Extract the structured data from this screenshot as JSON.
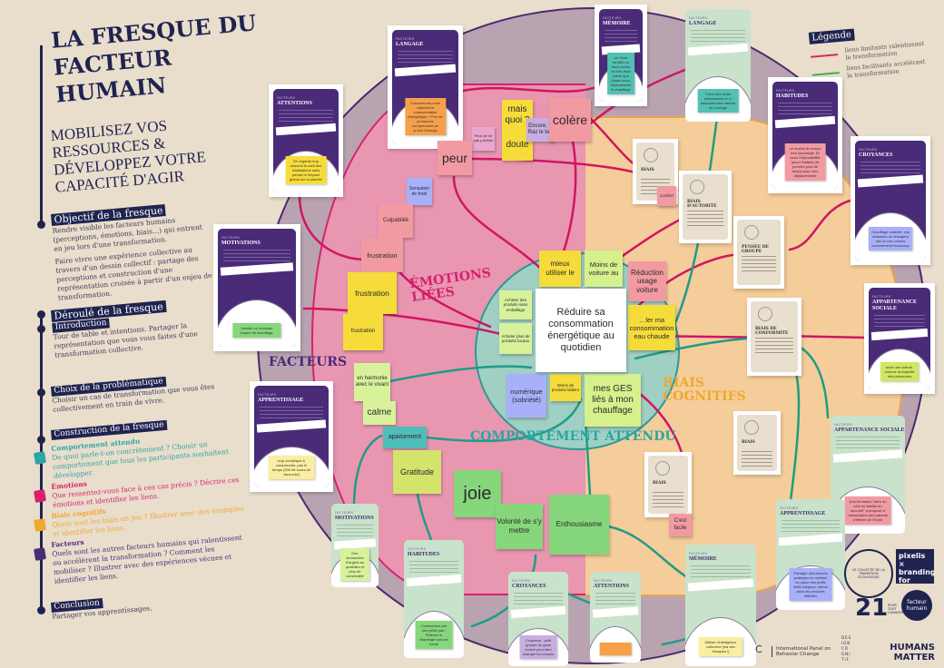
{
  "poster": {
    "title": "LA FRESQUE DU FACTEUR HUMAIN",
    "subtitle": "MOBILISEZ VOS RESSOURCES & DÉVELOPPEZ VOTRE CAPACITÉ D'AGIR"
  },
  "left_panel": {
    "objective": {
      "heading": "Objectif de la fresque",
      "p1": "Rendre visible les facteurs humains (perceptions, émotions, biais...) qui entrent en jeu lors d'une transformation.",
      "p2": "Faire vivre une expérience collective au travers d'un dessin collectif : partage des perceptions et construction d'une représentation croisée à partir d'un enjeu de transformation."
    },
    "flow": {
      "heading": "Déroulé de la fresque",
      "intro_heading": "Introduction",
      "intro_text": "Tour de table et intentions. Partager la représentation que vous vous faites d'une transformation collective.",
      "choice_heading": "Choix de la problématique",
      "choice_text": "Choisir un cas de transformation que vous êtes collectivement en train de vivre.",
      "build_heading": "Construction de la fresque",
      "steps": [
        {
          "title": "Comportement attendu",
          "text": "De quoi parle-t-on concrètement ? Choisir un comportement que tous les participants souhaitent développer.",
          "color": "#2aa7a5"
        },
        {
          "title": "Émotions",
          "text": "Que ressentez-vous face à ces cas précis ? Décrire ces émotions et identifier les liens.",
          "color": "#d8206e"
        },
        {
          "title": "Biais cognitifs",
          "text": "Quels sont les biais en jeu ? Illustrer avec des exemples et identifier les liens.",
          "color": "#f0a830"
        },
        {
          "title": "Facteurs",
          "text": "Quels sont les autres facteurs humains qui ralentissent ou accélèrent la transformation ? Comment les mobiliser ? Illustrer avec des expériences vécues et identifier les liens.",
          "color": "#4a2b78"
        }
      ],
      "conclusion_heading": "Conclusion",
      "conclusion_text": "Partager vos apprentissages."
    }
  },
  "legend": {
    "heading": "Légende",
    "limiting": "liens limitants ralentissant la transformation",
    "facilitating": "liens facilitants accélérant la transformation",
    "limiting_color": "#e0284a",
    "facilitating_color": "#3cb04a"
  },
  "ring_labels": {
    "factors": "FACTEURS",
    "emotions": "ÉMOTIONS LIÉES",
    "behaviour": "COMPORTEMENT ATTENDU",
    "biases": "BIAIS COGNITIFS"
  },
  "colors": {
    "factors_zone": "#b9a3b1",
    "emotions_zone": "#e996b1",
    "biases_zone": "#f4cd9a",
    "behaviour_zone": "#a0cfc4",
    "link_limiting": "#d01563",
    "link_facilitating": "#1f9c86"
  },
  "center_goal": "Réduire sa consommation énergétique au quotidien",
  "stickies": [
    {
      "text": "mais quoi ?",
      "color": "#f6dc3a"
    },
    {
      "text": "doute",
      "color": "#f6dc3a"
    },
    {
      "text": "Encore, ? Raz le bol",
      "color": "#c7aee0"
    },
    {
      "text": "Peur de ne pas y arriver",
      "color": "#eaa6cc"
    },
    {
      "text": "colère",
      "color": "#f29aa2"
    },
    {
      "text": "peur",
      "color": "#f29aa2"
    },
    {
      "text": "Sensation de froid",
      "color": "#a8b0fa"
    },
    {
      "text": "Culpabilité",
      "color": "#f29aa2"
    },
    {
      "text": "frustration",
      "color": "#f29aa2"
    },
    {
      "text": "frustration",
      "color": "#f6dc3a"
    },
    {
      "text": "frustration",
      "color": "#f6dc3a"
    },
    {
      "text": "en harmonie avec le vivant",
      "color": "#d8f29c"
    },
    {
      "text": "calme",
      "color": "#d8f29c"
    },
    {
      "text": "apaisement",
      "color": "#4fbdb8"
    },
    {
      "text": "Gratitude",
      "color": "#d4e36c"
    },
    {
      "text": "joie",
      "color": "#86d67c"
    },
    {
      "text": "Volonté de s'y mettre",
      "color": "#86d67c"
    },
    {
      "text": "Enthousiasme",
      "color": "#86d67c"
    },
    {
      "text": "mieux utiliser le",
      "color": "#f6dc3a"
    },
    {
      "text": "Moins de voiture au",
      "color": "#d6f08c"
    },
    {
      "text": "Réduction usage voiture",
      "color": "#f29aa2"
    },
    {
      "text": "Acheter des produits sans emballage",
      "color": "#d8f29c"
    },
    {
      "text": "Acheter plus de produits locaux",
      "color": "#d8f29c"
    },
    {
      "text": "…ler ma consommation eau chaude",
      "color": "#f6dc3a"
    },
    {
      "text": "numérique (sobriété)",
      "color": "#a8b0fa"
    },
    {
      "text": "Moins de produits laitiers",
      "color": "#f6dc3a"
    },
    {
      "text": "mes GES liés à mon chauffage",
      "color": "#d6f08c"
    },
    {
      "text": "Confort",
      "color": "#f29aa2"
    },
    {
      "text": "C'est facile",
      "color": "#f29aa2"
    }
  ],
  "factor_cards": [
    {
      "kicker": "FACTEURS",
      "title": "ATTENTIONS",
      "style": "purple",
      "note": "On regarde trop souvent le coût des installations sans penser à l'impact global sur la planète",
      "note_color": "#f6dc3a"
    },
    {
      "kicker": "FACTEURS",
      "title": "LANGAGE",
      "style": "purple",
      "note": "Comprenons-nous vraiment la consommation énergétique ? Peu de personnes comprennent ce qu'est l'énergie",
      "note_color": "#f7a04a"
    },
    {
      "kicker": "FACTEURS",
      "title": "MÉMOIRE",
      "style": "purple",
      "note": "Un hiver terrible où nous avons eu très froid parce que j'avais sous-dimensionné le chauffage",
      "note_color": "#52c1b3"
    },
    {
      "kicker": "FACTEURS",
      "title": "LANGAGE",
      "style": "green",
      "note": "Créer des récits précurseurs en y associant des valeurs de courage",
      "note_color": "#52c1b3"
    },
    {
      "kicker": "FACTEURS",
      "title": "HABITUDES",
      "style": "purple",
      "note": "un emploi du temps très surchargé. Et donc l'impossibilité (pour l'instant) de prendre plus de temps pour mes déplacements",
      "note_color": "#f29aa2"
    },
    {
      "kicker": "FACTEURS",
      "title": "CROYANCES",
      "style": "purple",
      "note": "Chauffage collectif : ma réduction ne changera rien si mes voisins consomment beaucoup",
      "note_color": "#a8b0fa"
    },
    {
      "kicker": "FACTEURS",
      "title": "APPARTENANCE SOCIALE",
      "style": "purple",
      "note": "avoir une voiture, comme la majorité des personnes",
      "note_color": "#cfe860"
    },
    {
      "kicker": "FACTEURS",
      "title": "APPARTENANCE SOCIALE",
      "style": "green",
      "note": "Une formation \"faire du vélo en famille en sécurité\" a proposé à l'association des parents d'élèves de l'école",
      "note_color": "#f29aa2"
    },
    {
      "kicker": "FACTEURS",
      "title": "MOTIVATIONS",
      "style": "purple",
      "note": "Investir un nouveau moyen de chauffage.",
      "note_color": "#86d67c"
    },
    {
      "kicker": "FACTEURS",
      "title": "APPRENTISSAGE",
      "style": "purple",
      "note": "trop compliqué à comprendre, pas le temps (20h de cours de Jancovici)",
      "note_color": "#fbeea0"
    },
    {
      "kicker": "FACTEURS",
      "title": "MOTIVATIONS",
      "style": "green",
      "note": "Des économies d'argent au quotidien et plus de convivialité",
      "note_color": "#d8f29c"
    },
    {
      "kicker": "FACTEURS",
      "title": "HABITUDES",
      "style": "green",
      "note": "Commencer par des petits pas : Réduire le chauffage tous les fonds",
      "note_color": "#86d67c"
    },
    {
      "kicker": "FACTEURS",
      "title": "CROYANCES",
      "style": "green",
      "note": "Croyance : petit groupe de gens motivé peut faire changer les choses",
      "note_color": "#c7aee0"
    },
    {
      "kicker": "FACTEURS",
      "title": "ATTENTIONS",
      "style": "green",
      "note": "",
      "note_color": "#f7a04a"
    },
    {
      "kicker": "FACTEURS",
      "title": "MÉMOIRE",
      "style": "green",
      "note": "Utiliser l'intelligence collective (via des fresques !)",
      "note_color": "#fbeea0"
    },
    {
      "kicker": "FACTEURS",
      "title": "APPRENTISSAGE",
      "style": "green",
      "note": "Partager des bonnes pratiques en mettant en place des petits défis ludiques, même dans les périodes difficiles",
      "note_color": "#a8b0fa"
    }
  ],
  "bias_cards": [
    {
      "title": "BIAIS"
    },
    {
      "title": "BIAIS D'AUTORITÉ"
    },
    {
      "title": "PENSÉE DE GROUPE"
    },
    {
      "title": "BIAIS DE CONFORMITÉ"
    },
    {
      "title": "BIAIS"
    },
    {
      "title": "BIAIS"
    }
  ],
  "logos": {
    "collectif": "LE COLLECTIF DE LA TRANSITION ÉCOLOGIQUE",
    "pixelis": "pixelis × branding for good.",
    "21": "21",
    "21_sub": "POUR TOUT CHANGER",
    "facteur_humain": "facteur humain",
    "design_cognitif": "DES IGN CO GN/ TIF",
    "humans_matter": "HUMANS MATTER",
    "ipbc": "International Panel on Behavior Change"
  }
}
